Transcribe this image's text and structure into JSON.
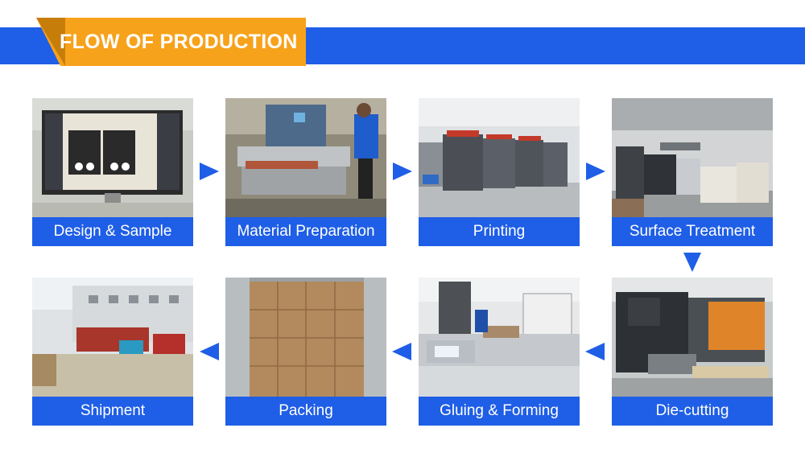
{
  "title": "FLOW OF PRODUCTION",
  "colors": {
    "primary": "#1f5ee6",
    "accent": "#f7a21b"
  },
  "steps": [
    {
      "label": "Design & Sample"
    },
    {
      "label": "Material Preparation"
    },
    {
      "label": "Printing"
    },
    {
      "label": "Surface Treatment"
    },
    {
      "label": "Die-cutting"
    },
    {
      "label": "Gluing & Forming"
    },
    {
      "label": "Packing"
    },
    {
      "label": "Shipment"
    }
  ]
}
